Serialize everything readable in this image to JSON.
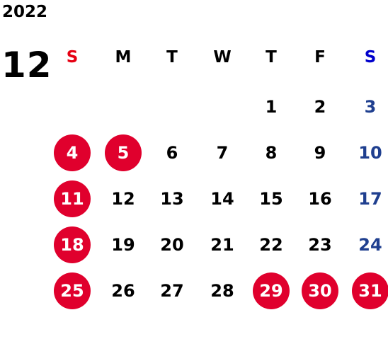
{
  "calendar": {
    "year": "2022",
    "month": "12",
    "weekdays": [
      "S",
      "M",
      "T",
      "W",
      "T",
      "F",
      "S"
    ],
    "colors": {
      "text": "#000000",
      "sunday_header": "#e60012",
      "saturday_header": "#0000cc",
      "saturday_date": "#1f3f8f",
      "holiday_circle": "#e0002d",
      "holiday_text": "#ffffff"
    },
    "weeks": [
      [
        null,
        null,
        null,
        null,
        "1",
        "2",
        "3"
      ],
      [
        "4",
        "5",
        "6",
        "7",
        "8",
        "9",
        "10"
      ],
      [
        "11",
        "12",
        "13",
        "14",
        "15",
        "16",
        "17"
      ],
      [
        "18",
        "19",
        "20",
        "21",
        "22",
        "23",
        "24"
      ],
      [
        "25",
        "26",
        "27",
        "28",
        "29",
        "30",
        "31"
      ]
    ],
    "highlighted_days": [
      "4",
      "5",
      "11",
      "18",
      "25",
      "29",
      "30",
      "31"
    ]
  }
}
